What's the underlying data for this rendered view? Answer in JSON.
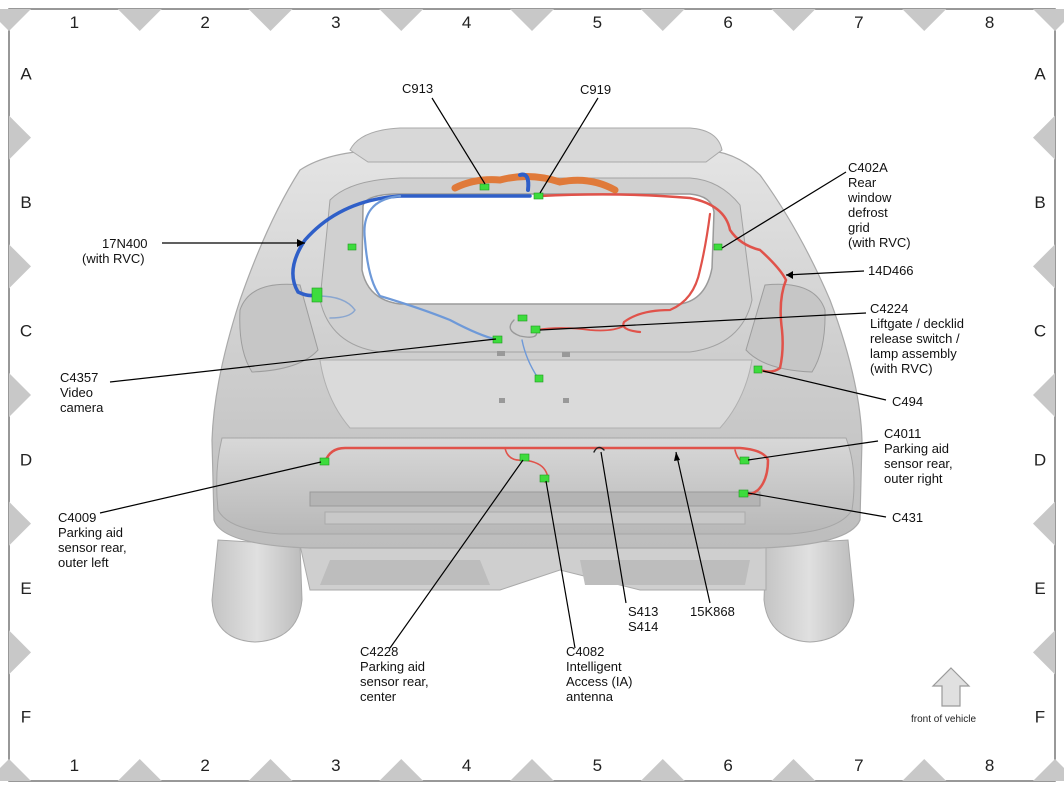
{
  "grid": {
    "columns": [
      "1",
      "2",
      "3",
      "4",
      "5",
      "6",
      "7",
      "8"
    ],
    "rows": [
      "A",
      "B",
      "C",
      "D",
      "E",
      "F"
    ]
  },
  "labels": {
    "c913": "C913",
    "c919": "C919",
    "c402a": [
      "C402A",
      "Rear",
      "window",
      "defrost",
      "grid",
      "(with RVC)"
    ],
    "h17n400": [
      "17N400",
      "(with RVC)"
    ],
    "h14d466": "14D466",
    "c4224": [
      "C4224",
      "Liftgate / decklid",
      "release switch /",
      "lamp assembly",
      "(with RVC)"
    ],
    "c4357": [
      "C4357",
      "Video",
      "camera"
    ],
    "c494": "C494",
    "c4011": [
      "C4011",
      "Parking aid",
      "sensor rear,",
      "outer right"
    ],
    "c4009": [
      "C4009",
      "Parking aid",
      "sensor rear,",
      "outer left"
    ],
    "c431": "C431",
    "s413": [
      "S413",
      "S414"
    ],
    "h15k868": "15K868",
    "c4228": [
      "C4228",
      "Parking aid",
      "sensor rear,",
      "center"
    ],
    "c4082": [
      "C4082",
      "Intelligent",
      "Access (IA)",
      "antenna"
    ]
  },
  "front_of_vehicle": "front of vehicle",
  "colors": {
    "harness_blue": "#2f5fc8",
    "harness_red": "#e0524a",
    "harness_orange": "#e07a3a",
    "connector_green": "#3ddc3d",
    "border_triangle": "#c8c8c8",
    "car_body": "#d4d4d4"
  }
}
